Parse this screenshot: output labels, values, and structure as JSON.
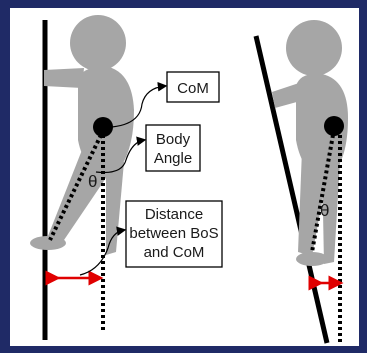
{
  "labels": {
    "com": "CoM",
    "body_angle_line1": "Body",
    "body_angle_line2": "Angle",
    "theta_left": "θ",
    "theta_right": "θ",
    "distance_line1": "Distance",
    "distance_line2": "between BoS",
    "distance_line3": "and CoM"
  },
  "colors": {
    "frame": "#1f2a66",
    "figure": "#a6a6a6",
    "com_dot": "#000000",
    "arrow": "#e00000",
    "line": "#000000"
  }
}
